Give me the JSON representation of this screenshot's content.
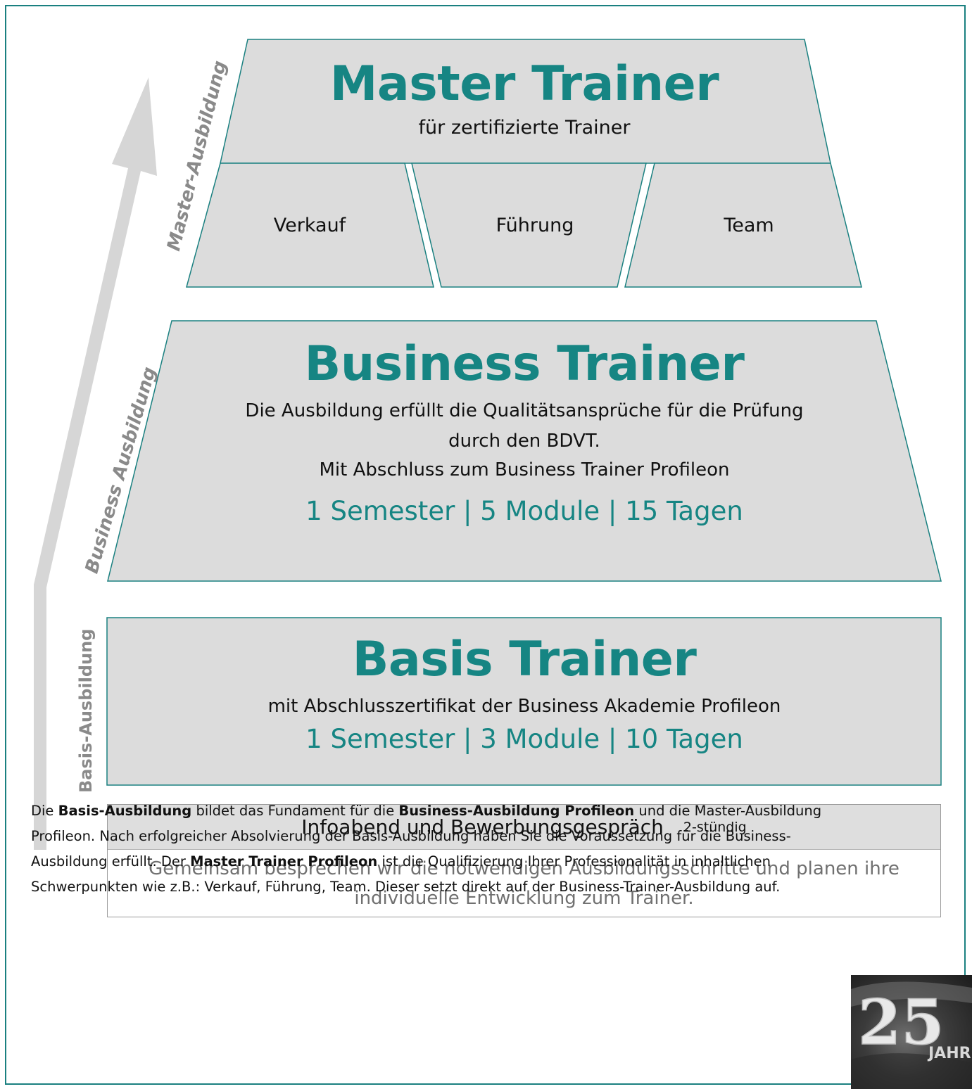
{
  "colors": {
    "accent": "#168583",
    "box_fill": "#dcdcdc",
    "box_border": "#1a8080",
    "arrow": "#d6d6d6",
    "side_label": "#8a8a8a"
  },
  "side_labels": {
    "master": "Master-Ausbildung",
    "business": "Business Ausbildung",
    "basis": "Basis-Ausbildung"
  },
  "master": {
    "title": "Master Trainer",
    "subtitle": "für zertifizierte Trainer",
    "modules": [
      "Verkauf",
      "Führung",
      "Team"
    ]
  },
  "business": {
    "title": "Business Trainer",
    "line1": "Die Ausbildung erfüllt die Qualitätsansprüche für die Prüfung",
    "line2": "durch den BDVT.",
    "line3": "Mit Abschluss zum Business Trainer Profileon",
    "stats": "1 Semester | 5 Module | 15 Tagen"
  },
  "basis": {
    "title": "Basis Trainer",
    "subtitle": "mit Abschlusszertifikat der Business Akademie Profileon",
    "stats": "1 Semester | 3 Module | 10 Tagen"
  },
  "info": {
    "title": "Infoabend und Bewerbungsgespräch",
    "duration": "2-stündig",
    "body": "Gemeinsam besprechen wir die notwendigen Ausbildungsschritte und planen ihre individuelle Entwicklung zum Trainer."
  },
  "description": {
    "p1": "Die ",
    "b1": "Basis-Ausbildung",
    "p2": " bildet das Fundament für die ",
    "b2": "Business-Ausbildung Profileon",
    "p3": " und die Master-Ausbildung Profileon. Nach erfolgreicher Absolvierung der Basis-Ausbildung haben Sie die Voraussetzung für die Business-Ausbildung erfüllt. Der ",
    "b3": "Master Trainer Profileon",
    "p4": " ist die Qualifizierung Ihrer Professionalität in inhaltlichen Schwerpunkten wie z.B.: Verkauf, Führung, Team. Dieser setzt direkt auf der Business-Trainer-Ausbildung auf."
  },
  "seal": {
    "number": "25",
    "word": "JAHRE"
  }
}
